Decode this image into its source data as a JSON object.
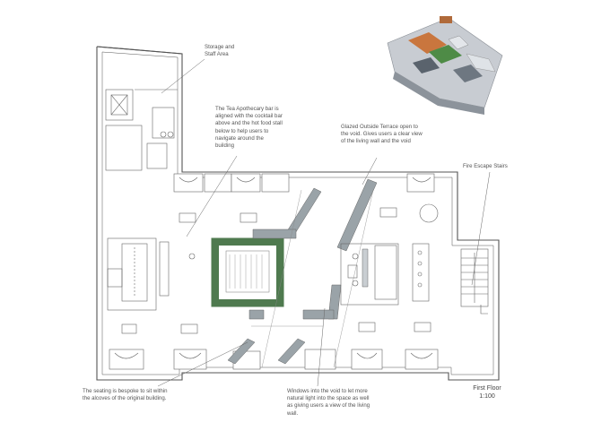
{
  "annotations": {
    "storage": [
      "Storage and",
      "Staff Area"
    ],
    "tea_bar": [
      "The Tea Apothecary bar is",
      "aligned with the cocktail bar",
      "above and the hot food stall",
      "below to help users to",
      "navigate around the",
      "building"
    ],
    "terrace": [
      "Glazed Outside Terrace open to",
      "the void. Gives users a clear view",
      "of the living wall and the void"
    ],
    "fire_escape": [
      "Fire Escape Stairs"
    ],
    "seating": [
      "The seating is bespoke to sit within",
      "the alcoves of the original building."
    ],
    "windows": [
      "Windows into the void to let more",
      "natural light into the space as well",
      "as giving users a view of the living",
      "wall."
    ]
  },
  "floor": {
    "name": "First Floor",
    "scale": "1:100"
  },
  "colors": {
    "line": "#555555",
    "wall_fill": "#ffffff",
    "living_wall": "#4f7a4f",
    "glazing": "#9aa3a8",
    "furniture": "#777777"
  },
  "icons": [
    "stair-icon",
    "table-icon",
    "plant-icon"
  ]
}
